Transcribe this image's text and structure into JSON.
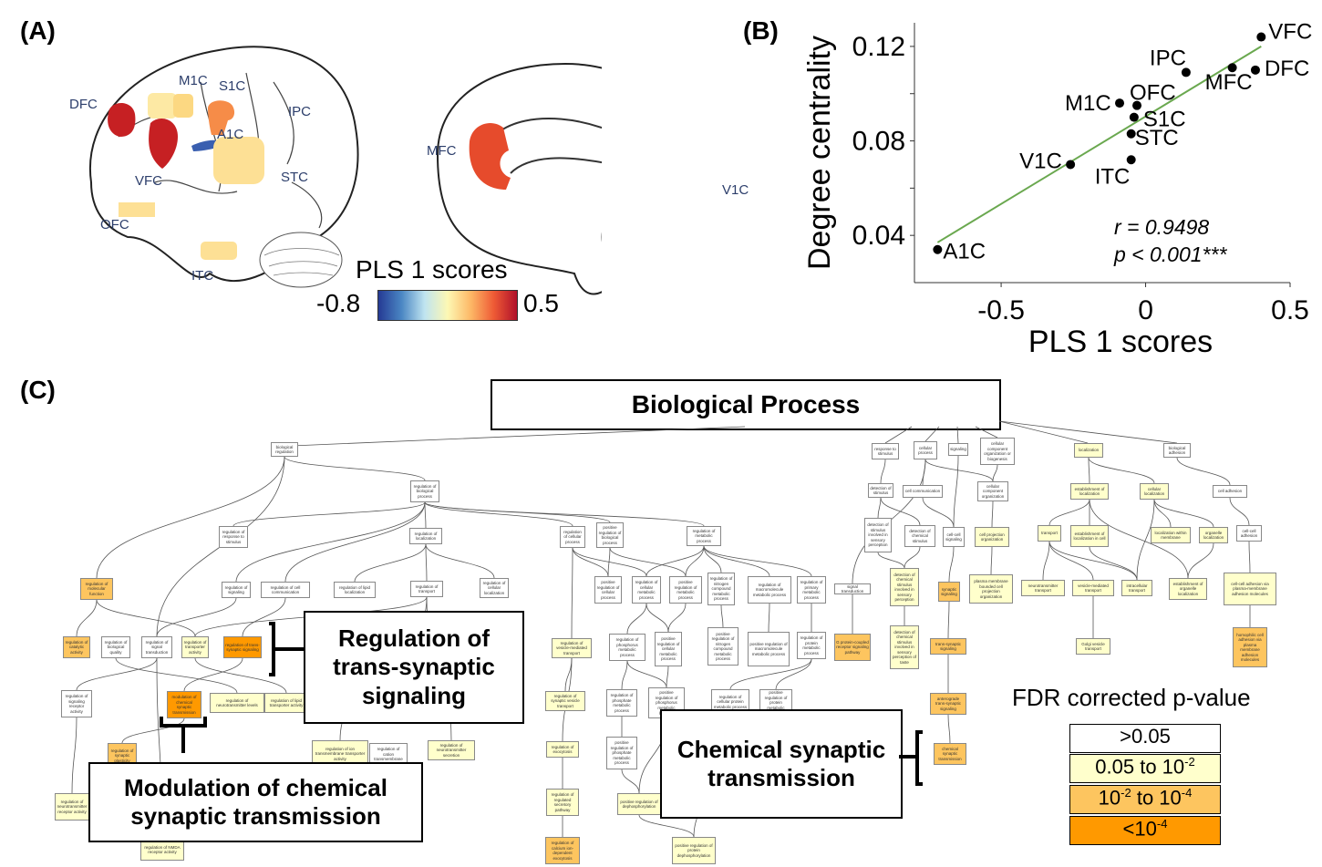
{
  "panels": {
    "a": "(A)",
    "b": "(B)",
    "c": "(C)"
  },
  "panel_a": {
    "lateral_regions": [
      "DFC",
      "M1C",
      "S1C",
      "IPC",
      "A1C",
      "VFC",
      "STC",
      "OFC",
      "ITC"
    ],
    "medial_regions": [
      "MFC",
      "V1C"
    ],
    "colorbar": {
      "title": "PLS 1 scores",
      "min_label": "-0.8",
      "max_label": "0.5"
    }
  },
  "chart_data": {
    "type": "scatter",
    "title": "",
    "xlabel": "PLS 1 scores",
    "ylabel": "Degree centrality",
    "xlim": [
      -0.8,
      0.5
    ],
    "ylim": [
      0.02,
      0.13
    ],
    "xticks": [
      "-0.5",
      "0",
      "0.5"
    ],
    "yticks": [
      "0.04",
      "0.08",
      "0.12"
    ],
    "points": [
      {
        "label": "VFC",
        "x": 0.4,
        "y": 0.124
      },
      {
        "label": "DFC",
        "x": 0.38,
        "y": 0.11
      },
      {
        "label": "MFC",
        "x": 0.3,
        "y": 0.111
      },
      {
        "label": "IPC",
        "x": 0.14,
        "y": 0.109
      },
      {
        "label": "OFC",
        "x": -0.03,
        "y": 0.095
      },
      {
        "label": "M1C",
        "x": -0.09,
        "y": 0.096
      },
      {
        "label": "S1C",
        "x": -0.04,
        "y": 0.09
      },
      {
        "label": "STC",
        "x": -0.05,
        "y": 0.083
      },
      {
        "label": "ITC",
        "x": -0.05,
        "y": 0.072
      },
      {
        "label": "V1C",
        "x": -0.26,
        "y": 0.07
      },
      {
        "label": "A1C",
        "x": -0.72,
        "y": 0.034
      }
    ],
    "fit_line": {
      "x": [
        -0.72,
        0.4
      ],
      "y": [
        0.037,
        0.12
      ],
      "color": "#6aa84f"
    },
    "annotations": [
      "r = 0.9498",
      "p < 0.001***"
    ]
  },
  "panel_c": {
    "header": "Biological Process",
    "callouts": {
      "trans_synaptic": "Regulation of trans-synaptic signaling",
      "modulation": "Modulation of chemical synaptic transmission",
      "chemical": "Chemical synaptic transmission"
    },
    "legend": {
      "title": "FDR corrected p-value",
      "levels": [
        {
          "label": ">0.05",
          "color": "#ffffff"
        },
        {
          "label": "0.05 to 10",
          "sup": "-2",
          "color": "#ffffcc"
        },
        {
          "label": "10",
          "sup": "-2",
          "label2": " to 10",
          "sup2": "-4",
          "color": "#fdc55f"
        },
        {
          "label": "<10",
          "sup": "-4",
          "color": "#ff9900"
        }
      ]
    },
    "nodes": [
      {
        "t": "biological regulation",
        "c": 0
      },
      {
        "t": "regulation of biological process",
        "c": 0
      },
      {
        "t": "regulation of response to stimulus",
        "c": 0
      },
      {
        "t": "regulation of localization",
        "c": 0
      },
      {
        "t": "regulation of cellular process",
        "c": 0
      },
      {
        "t": "positive regulation of biological process",
        "c": 0
      },
      {
        "t": "regulation of metabolic process",
        "c": 0
      },
      {
        "t": "regulation of molecular function",
        "c": 2
      },
      {
        "t": "regulation of signaling",
        "c": 0
      },
      {
        "t": "regulation of cell communication",
        "c": 0
      },
      {
        "t": "regulation of lipid localization",
        "c": 0
      },
      {
        "t": "regulation of transport",
        "c": 0
      },
      {
        "t": "regulation of cellular localization",
        "c": 0
      },
      {
        "t": "positive regulation of cellular process",
        "c": 0
      },
      {
        "t": "regulation of cellular metabolic process",
        "c": 0
      },
      {
        "t": "positive regulation of metabolic process",
        "c": 0
      },
      {
        "t": "regulation of nitrogen compound metabolic process",
        "c": 0
      },
      {
        "t": "regulation of macromolecule metabolic process",
        "c": 0
      },
      {
        "t": "regulation of primary metabolic process",
        "c": 0
      },
      {
        "t": "signal transduction",
        "c": 0
      },
      {
        "t": "regulation of catalytic activity",
        "c": 2
      },
      {
        "t": "regulation of biological quality",
        "c": 0
      },
      {
        "t": "regulation of signal transduction",
        "c": 0
      },
      {
        "t": "regulation of transporter activity",
        "c": 1
      },
      {
        "t": "regulation of trans-synaptic signaling",
        "c": 3
      },
      {
        "t": "regulation of vesicle-mediated transport",
        "c": 1
      },
      {
        "t": "regulation of phosphorus metabolic process",
        "c": 0
      },
      {
        "t": "positive regulation of cellular metabolic process",
        "c": 0
      },
      {
        "t": "positive regulation of nitrogen compound metabolic process",
        "c": 0
      },
      {
        "t": "positive regulation of macromolecule metabolic process",
        "c": 0
      },
      {
        "t": "regulation of protein metabolic process",
        "c": 0
      },
      {
        "t": "G protein-coupled receptor signaling pathway",
        "c": 2
      },
      {
        "t": "regulation of signaling receptor activity",
        "c": 0
      },
      {
        "t": "modulation of chemical synaptic transmission",
        "c": 3
      },
      {
        "t": "regulation of neurotransmitter levels",
        "c": 1
      },
      {
        "t": "regulation of lipid transporter activity",
        "c": 1
      },
      {
        "t": "regulation of synaptic vesicle transport",
        "c": 1
      },
      {
        "t": "regulation of phosphate metabolic process",
        "c": 0
      },
      {
        "t": "positive regulation of phosphorus metabolic process",
        "c": 0
      },
      {
        "t": "regulation of cellular protein metabolic process",
        "c": 0
      },
      {
        "t": "positive regulation of protein metabolic process",
        "c": 0
      },
      {
        "t": "regulation of synaptic plasticity",
        "c": 2
      },
      {
        "t": "regulation of ion transmembrane transporter activity",
        "c": 1
      },
      {
        "t": "regulation of cation transmembrane transport",
        "c": 0
      },
      {
        "t": "regulation of neurotransmitter secretion",
        "c": 1
      },
      {
        "t": "regulation of exocytosis",
        "c": 1
      },
      {
        "t": "positive regulation of phosphate metabolic process",
        "c": 0
      },
      {
        "t": "regulation of neurotransmitter receptor activity",
        "c": 1
      },
      {
        "t": "regulation of regulated secretory pathway",
        "c": 1
      },
      {
        "t": "positive regulation of dephosphorylation",
        "c": 1
      },
      {
        "t": "regulation of NMDA receptor activity",
        "c": 1
      },
      {
        "t": "regulation of calcium ion-dependent exocytosis",
        "c": 2
      },
      {
        "t": "positive regulation of protein dephosphorylation",
        "c": 1
      },
      {
        "t": "response to stimulus",
        "c": 0
      },
      {
        "t": "cellular process",
        "c": 0
      },
      {
        "t": "signaling",
        "c": 0
      },
      {
        "t": "cellular component organization or biogenesis",
        "c": 0
      },
      {
        "t": "detection of stimulus",
        "c": 0
      },
      {
        "t": "cell communication",
        "c": 0
      },
      {
        "t": "cellular component organization",
        "c": 0
      },
      {
        "t": "detection of stimulus involved in sensory perception",
        "c": 0
      },
      {
        "t": "detection of chemical stimulus",
        "c": 0
      },
      {
        "t": "cell-cell signaling",
        "c": 0
      },
      {
        "t": "cell projection organization",
        "c": 1
      },
      {
        "t": "detection of chemical stimulus involved in sensory perception",
        "c": 1
      },
      {
        "t": "synaptic signaling",
        "c": 2
      },
      {
        "t": "plasma membrane bounded cell projection organization",
        "c": 1
      },
      {
        "t": "detection of chemical stimulus involved in sensory perception of taste",
        "c": 1
      },
      {
        "t": "trans-synaptic signaling",
        "c": 2
      },
      {
        "t": "anterograde trans-synaptic signaling",
        "c": 2
      },
      {
        "t": "chemical synaptic transmission",
        "c": 2
      },
      {
        "t": "localization",
        "c": 1
      },
      {
        "t": "biological adhesion",
        "c": 0
      },
      {
        "t": "establishment of localization",
        "c": 1
      },
      {
        "t": "cellular localization",
        "c": 1
      },
      {
        "t": "cell adhesion",
        "c": 0
      },
      {
        "t": "transport",
        "c": 1
      },
      {
        "t": "establishment of localization in cell",
        "c": 1
      },
      {
        "t": "localization within membrane",
        "c": 1
      },
      {
        "t": "organelle localization",
        "c": 1
      },
      {
        "t": "cell-cell adhesion",
        "c": 0
      },
      {
        "t": "neurotransmitter transport",
        "c": 1
      },
      {
        "t": "vesicle-mediated transport",
        "c": 1
      },
      {
        "t": "intracellular transport",
        "c": 1
      },
      {
        "t": "establishment of organelle localization",
        "c": 1
      },
      {
        "t": "cell-cell adhesion via plasma-membrane adhesion molecules",
        "c": 1
      },
      {
        "t": "Golgi vesicle transport",
        "c": 1
      },
      {
        "t": "homophilic cell adhesion via plasma membrane adhesion molecules",
        "c": 2
      }
    ]
  }
}
